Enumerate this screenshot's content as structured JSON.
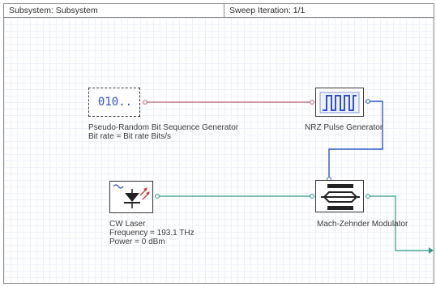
{
  "header": {
    "subsystem": "Subsystem: Subsystem",
    "sweep": "Sweep Iteration: 1/1"
  },
  "components": {
    "prbs": {
      "icon_text": "010..",
      "name": "Pseudo-Random Bit Sequence Generator",
      "param_bitrate": "Bit rate = Bit rate  Bits/s"
    },
    "nrz": {
      "name": "NRZ Pulse Generator"
    },
    "cw": {
      "name": "CW Laser",
      "param_frequency": "Frequency = 193.1  THz",
      "param_power": "Power = 0  dBm"
    },
    "mzm": {
      "name": "Mach-Zehnder Modulator"
    }
  },
  "colors": {
    "electrical_wire": "#c0607a",
    "pulse_wire": "#2f58c8",
    "optical_wire": "#2e9a88",
    "block_border": "#3a3a3a",
    "icon_blue": "#2f4fd0"
  }
}
